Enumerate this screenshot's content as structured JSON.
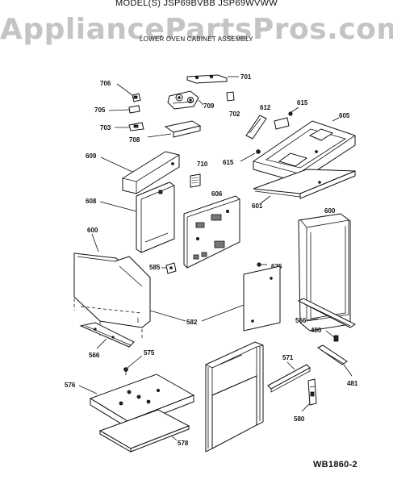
{
  "header": {
    "model_line": "MODEL(S) JSP69BVBB JSP69WVWW",
    "watermark": "AppliancePartsPros.com",
    "subtitle": "LOWER OVEN CABINET ASSEMBLY"
  },
  "footer": {
    "drawing_code": "WB1860-2"
  },
  "callouts": {
    "c701": "701",
    "c706": "706",
    "c709": "709",
    "c702": "702",
    "c705": "705",
    "c703": "703",
    "c708": "708",
    "c612": "612",
    "c615a": "615",
    "c605": "605",
    "c609": "609",
    "c710": "710",
    "c615b": "615",
    "c608": "608",
    "c606": "606",
    "c601": "601",
    "c600a": "600",
    "c600b": "600",
    "c585": "585",
    "c625": "625",
    "c582": "582",
    "c566a": "566",
    "c480": "480",
    "c566b": "566",
    "c575": "575",
    "c571": "571",
    "c481": "481",
    "c576": "576",
    "c580": "580",
    "c578": "578"
  }
}
